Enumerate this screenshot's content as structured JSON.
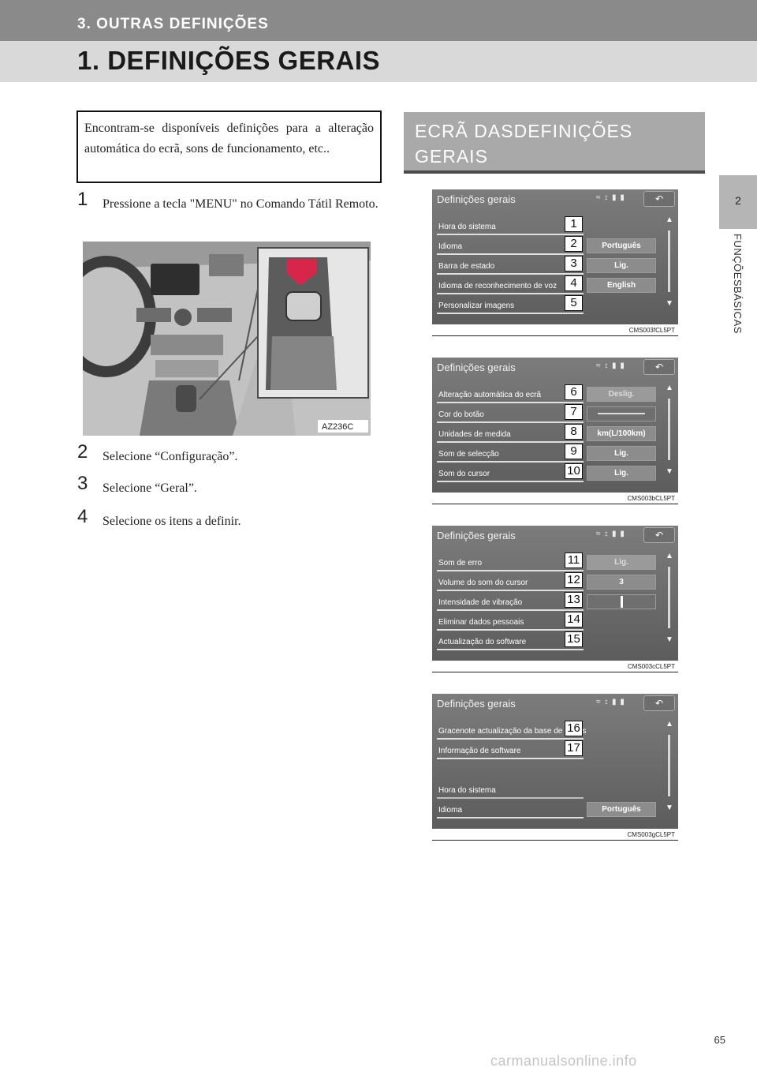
{
  "header": {
    "chapter": "3. OUTRAS DEFINIÇÕES",
    "title": "1. DEFINIÇÕES GERAIS"
  },
  "side_tab": {
    "number": "2",
    "label": "FUNÇÕESBÁSICAS"
  },
  "intro": "Encontram-se disponíveis definições para a alteração automática do ecrã, sons de funcionamento, etc..",
  "steps": [
    {
      "num": "1",
      "text": "Pressione a tecla \"MENU\" no Comando Tátil Remoto."
    },
    {
      "num": "2",
      "text": "Selecione “Configuração”."
    },
    {
      "num": "3",
      "text": "Selecione “Geral”."
    },
    {
      "num": "4",
      "text": "Selecione os itens a definir."
    }
  ],
  "photo": {
    "code": "AZ236C"
  },
  "section_heading": "ECRÃ DASDEFINIÇÕES GERAIS",
  "screens": [
    {
      "title": "Definições gerais",
      "code": "CMS003fCL5PT",
      "rows": [
        {
          "label": "Hora do sistema",
          "num": "1",
          "value": ""
        },
        {
          "label": "Idioma",
          "num": "2",
          "value": "Português"
        },
        {
          "label": "Barra de estado",
          "num": "3",
          "value": "Lig."
        },
        {
          "label": "Idioma de reconhecimento de voz",
          "num": "4",
          "value": "English"
        },
        {
          "label": "Personalizar imagens",
          "num": "5",
          "value": ""
        }
      ]
    },
    {
      "title": "Definições gerais",
      "code": "CMS003bCL5PT",
      "rows": [
        {
          "label": "Alteração automática do ecrã",
          "num": "6",
          "value": "Deslig."
        },
        {
          "label": "Cor do botão",
          "num": "7",
          "value": ""
        },
        {
          "label": "Unidades de medida",
          "num": "8",
          "value": "km(L/100km)"
        },
        {
          "label": "Som de selecção",
          "num": "9",
          "value": "Lig."
        },
        {
          "label": "Som do cursor",
          "num": "10",
          "value": "Lig."
        }
      ]
    },
    {
      "title": "Definições gerais",
      "code": "CMS003cCL5PT",
      "rows": [
        {
          "label": "Som de erro",
          "num": "11",
          "value": "Lig."
        },
        {
          "label": "Volume do som do cursor",
          "num": "12",
          "value": "3"
        },
        {
          "label": "Intensidade de vibração",
          "num": "13",
          "value": ""
        },
        {
          "label": "Eliminar dados pessoais",
          "num": "14",
          "value": ""
        },
        {
          "label": "Actualização do software",
          "num": "15",
          "value": ""
        }
      ]
    },
    {
      "title": "Definições gerais",
      "code": "CMS003gCL5PT",
      "rows": [
        {
          "label": "Gracenote actualização da base de dados",
          "num": "16",
          "value": ""
        },
        {
          "label": "Informação de software",
          "num": "17",
          "value": ""
        },
        {
          "label": "",
          "num": "",
          "value": ""
        },
        {
          "label": "Hora do sistema",
          "num": "",
          "value": ""
        },
        {
          "label": "Idioma",
          "num": "",
          "value": "Português"
        }
      ]
    }
  ],
  "page_number": "65",
  "watermark": "carmanualsonline.info"
}
